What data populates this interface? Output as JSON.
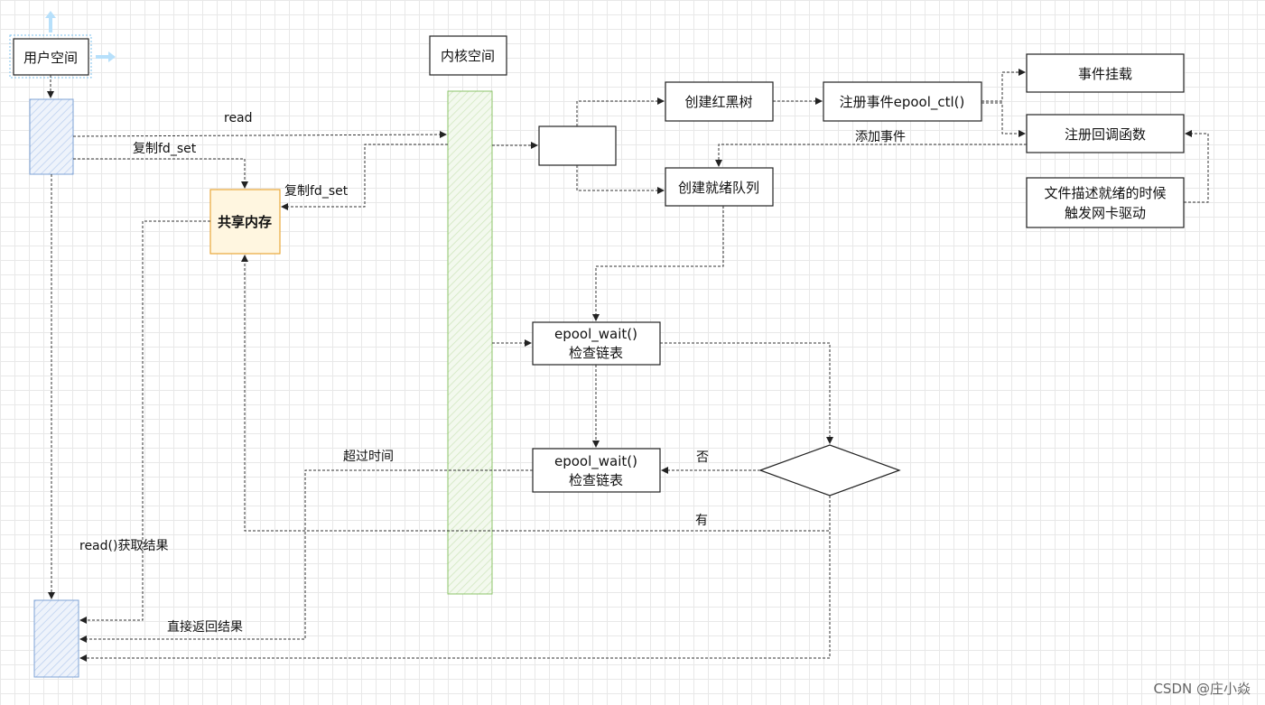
{
  "nodes": {
    "user_space": "用户空间",
    "kernel_space": "内核空间",
    "shared_memory": "共享内存",
    "create_rbtree": "创建红黑树",
    "register_epoll_ctl": "注册事件epool_ctl()",
    "event_mount": "事件挂载",
    "register_callback": "注册回调函数",
    "file_ready_line1": "文件描述就绪的时候",
    "file_ready_line2": "触发网卡驱动",
    "create_ready_queue": "创建就绪队列",
    "epoll_wait_1_line1": "epool_wait()",
    "epoll_wait_1_line2": "检查链表",
    "epoll_wait_2_line1": "epool_wait()",
    "epoll_wait_2_line2": "检查链表"
  },
  "edge_labels": {
    "read": "read",
    "copy_fd_set_1": "复制fd_set",
    "copy_fd_set_2": "复制fd_set",
    "add_event": "添加事件",
    "timeout": "超过时间",
    "no": "否",
    "yes": "有",
    "read_get_result": "read()获取结果",
    "direct_return": "直接返回结果"
  },
  "watermark": "CSDN @庄小焱",
  "colors": {
    "user_bar_fill": "#e9f0fb",
    "user_bar_stroke": "#7fa3d6",
    "kernel_bar_fill": "#eef7e6",
    "kernel_bar_stroke": "#8cc46a",
    "shared_fill": "#fff6e0",
    "shared_stroke": "#e8a83a",
    "handle_color": "#9fd3f5"
  }
}
